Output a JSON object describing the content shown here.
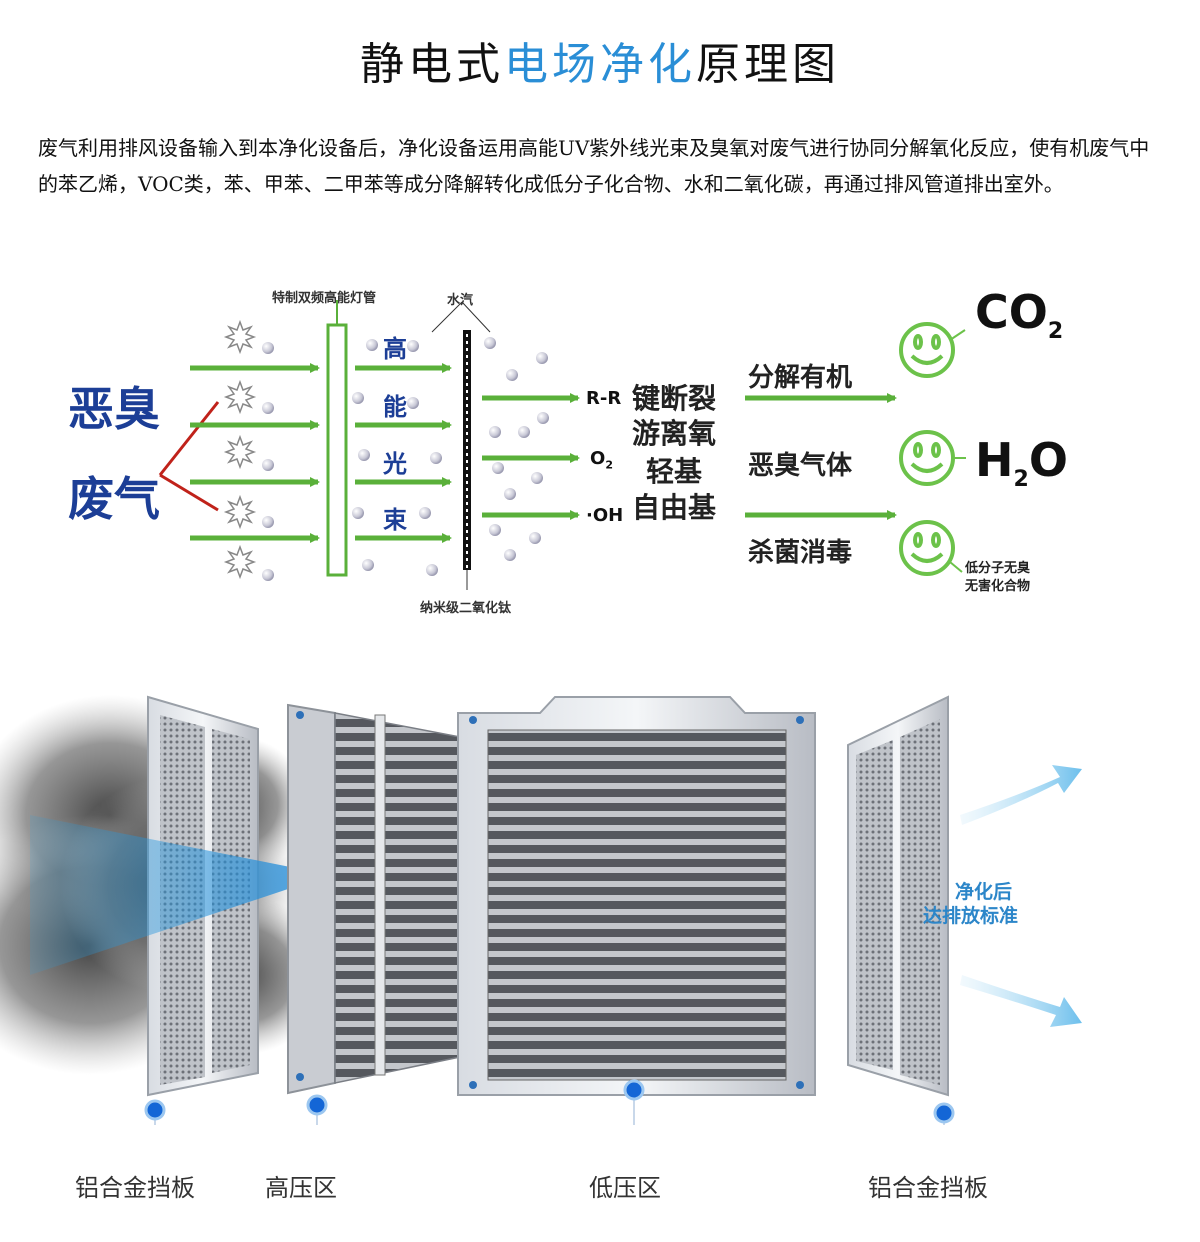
{
  "page": {
    "title_prefix": "静电式",
    "title_highlight": "电场净化",
    "title_suffix": "原理图",
    "intro": "废气利用排风设备输入到本净化设备后，净化设备运用高能UV紫外线光束及臭氧对废气进行协同分解氧化反应，使有机废气中的苯乙烯，VOC类，苯、甲苯、二甲苯等成分降解转化成低分子化合物、水和二氧化碳，再通过排风管道排出室外。"
  },
  "diagram": {
    "source_line1": "恶臭",
    "source_line2": "废气",
    "lamp_label": "特制双频高能灯管",
    "beam_chars": [
      "高",
      "能",
      "光",
      "束"
    ],
    "vapor_label": "水汽",
    "titanium_label": "纳米级二氧化钛",
    "radicals": [
      "R-R",
      "O",
      "·OH"
    ],
    "o2_sub": "2",
    "process_lines": [
      "键断裂",
      "游离氧",
      "轻基",
      "自由基"
    ],
    "effects": [
      "分解有机",
      "恶臭气体",
      "杀菌消毒"
    ],
    "products": {
      "co2_main": "CO",
      "co2_sub": "2",
      "h2o_h": "H",
      "h2o_sub": "2",
      "h2o_o": "O",
      "low_mol_line1": "低分子无臭",
      "low_mol_line2": "无害化合物"
    },
    "colors": {
      "blue_text": "#1c3e96",
      "green_arrow": "#5ab03a",
      "red_line": "#c0221a",
      "smiley_green": "#6cc24a",
      "title_blue": "#2a8ed6"
    }
  },
  "equipment": {
    "purified_line1": "净化后",
    "purified_line2": "达排放标准",
    "labels": [
      "铝合金挡板",
      "高压区",
      "低压区",
      "铝合金挡板"
    ]
  }
}
